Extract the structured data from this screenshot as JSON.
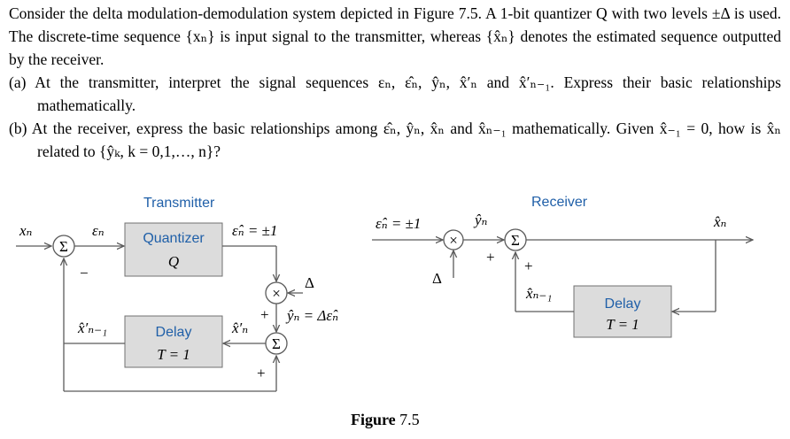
{
  "problem": {
    "intro": "Consider the delta modulation-demodulation system depicted in Figure 7.5. A 1-bit quantizer Q with two levels ±Δ is used. The discrete-time sequence {xₙ} is input signal to the transmitter, whereas {x̂ₙ} denotes the estimated sequence outputted by the receiver.",
    "part_a": "(a) At the transmitter, interpret the signal sequences εₙ, ε̂ₙ, ŷₙ, x̂′ₙ and x̂′ₙ₋₁. Express their basic relationships mathematically.",
    "part_b": "(b) At the receiver, express the basic relationships among ε̂ₙ, ŷₙ, x̂ₙ and x̂ₙ₋₁ mathematically. Given x̂₋₁ = 0, how is x̂ₙ related to {ŷₖ, k = 0,1,…, n}?"
  },
  "diagram": {
    "transmitter": {
      "title": "Transmitter",
      "quantizer_label": "Quantizer",
      "quantizer_symbol": "Q",
      "delay_label": "Delay",
      "delay_param": "T = 1",
      "sum_symbol": "Σ",
      "mult_symbol": "×",
      "input": "xₙ",
      "error": "εₙ",
      "quantized": "ε̂ₙ = ±1",
      "delta": "Δ",
      "yhat": "ŷₙ = Δε̂ₙ",
      "xprime": "x̂′ₙ",
      "xprime_prev": "x̂′ₙ₋₁",
      "minus": "−",
      "plus": "+"
    },
    "receiver": {
      "title": "Receiver",
      "delay_label": "Delay",
      "delay_param": "T = 1",
      "sum_symbol": "Σ",
      "mult_symbol": "×",
      "input": "ε̂ₙ = ±1",
      "delta": "Δ",
      "yhat": "ŷₙ",
      "xhat": "x̂ₙ",
      "xhat_prev": "x̂ₙ₋₁",
      "plus": "+"
    },
    "caption_bold": "Figure",
    "caption_num": " 7.5"
  },
  "colors": {
    "block_fill": "#dcdcdc",
    "block_stroke": "#707070",
    "label_blue": "#1f5fa8",
    "wire": "#5a5a5a"
  }
}
